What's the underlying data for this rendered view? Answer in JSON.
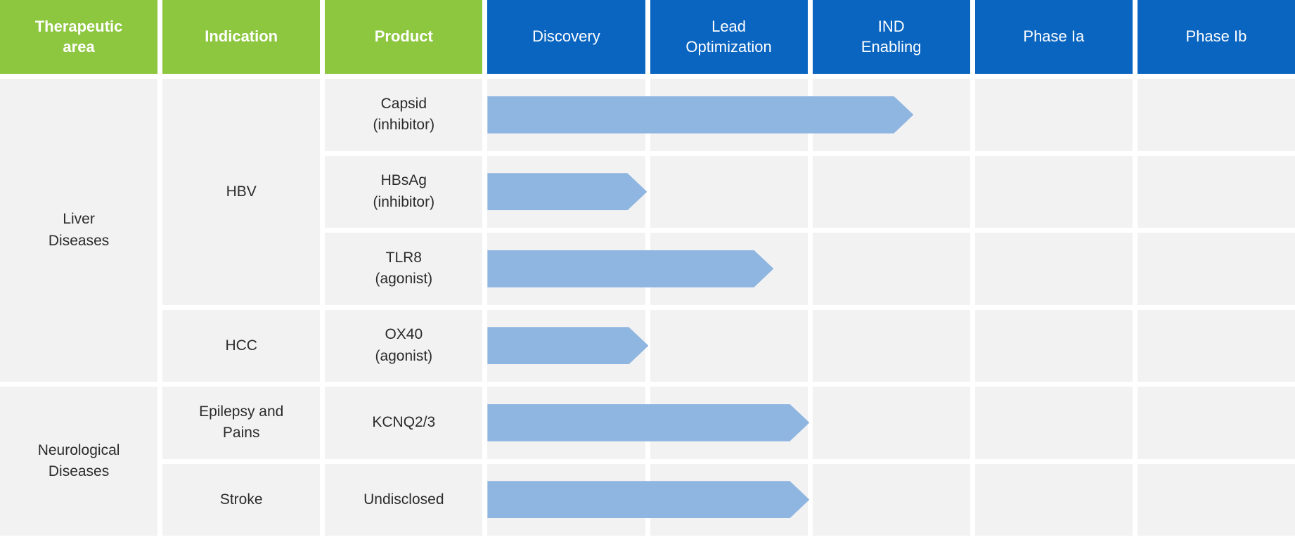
{
  "colors": {
    "header_green": "#8DC63F",
    "header_blue": "#0A65C1",
    "arrow_blue": "#8FB5E1",
    "cell_background": "#F2F2F2",
    "header_text": "#FFFFFF",
    "body_text": "#2B2B2B"
  },
  "header": {
    "columns": [
      {
        "label": "Therapeutic\narea",
        "style": "green"
      },
      {
        "label": "Indication",
        "style": "green"
      },
      {
        "label": "Product",
        "style": "green"
      },
      {
        "label": "Discovery",
        "style": "blue"
      },
      {
        "label": "Lead\nOptimization",
        "style": "blue"
      },
      {
        "label": "IND\nEnabling",
        "style": "blue"
      },
      {
        "label": "Phase Ia",
        "style": "blue"
      },
      {
        "label": "Phase Ib",
        "style": "blue"
      }
    ]
  },
  "areas": [
    {
      "label": "Liver\nDiseases"
    },
    {
      "label": "Neurological\nDiseases"
    }
  ],
  "indications": [
    {
      "label": "HBV"
    },
    {
      "label": "HCC"
    },
    {
      "label": "Epilepsy and\nPains"
    },
    {
      "label": "Stroke"
    }
  ],
  "products": [
    {
      "label": "Capsid\n(inhibitor)"
    },
    {
      "label": "HBsAg\n(inhibitor)"
    },
    {
      "label": "TLR8\n(agonist)"
    },
    {
      "label": "OX40\n(agonist)"
    },
    {
      "label": "KCNQ2/3"
    },
    {
      "label": "Undisclosed"
    }
  ],
  "chart_data": {
    "type": "bar",
    "orientation": "horizontal",
    "title": "Pipeline development stage chart",
    "phases": [
      "Discovery",
      "Lead Optimization",
      "IND Enabling",
      "Phase Ia",
      "Phase Ib"
    ],
    "xlim": [
      0,
      5
    ],
    "bar_color": "#8FB5E1",
    "rows": [
      {
        "therapeutic_area": "Liver Diseases",
        "indication": "HBV",
        "product": "Capsid (inhibitor)",
        "progress_phases": 2.62,
        "stage_reached": "IND Enabling"
      },
      {
        "therapeutic_area": "Liver Diseases",
        "indication": "HBV",
        "product": "HBsAg (inhibitor)",
        "progress_phases": 0.98,
        "stage_reached": "Discovery"
      },
      {
        "therapeutic_area": "Liver Diseases",
        "indication": "HBV",
        "product": "TLR8 (agonist)",
        "progress_phases": 1.76,
        "stage_reached": "Lead Optimization"
      },
      {
        "therapeutic_area": "Liver Diseases",
        "indication": "HCC",
        "product": "OX40 (agonist)",
        "progress_phases": 0.99,
        "stage_reached": "Discovery"
      },
      {
        "therapeutic_area": "Neurological Diseases",
        "indication": "Epilepsy and Pains",
        "product": "KCNQ2/3",
        "progress_phases": 1.98,
        "stage_reached": "Lead Optimization"
      },
      {
        "therapeutic_area": "Neurological Diseases",
        "indication": "Stroke",
        "product": "Undisclosed",
        "progress_phases": 1.98,
        "stage_reached": "Lead Optimization"
      }
    ]
  }
}
